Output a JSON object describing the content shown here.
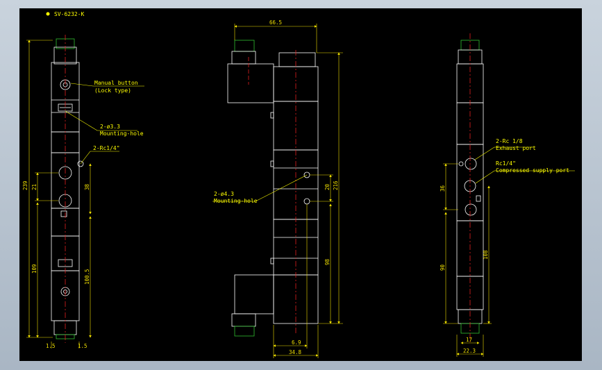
{
  "drawing_id": "SV-6232-K",
  "colors": {
    "sheet": "#000000",
    "outline": "#ffffff",
    "dimension": "#f0e000",
    "annotation": "#ffff00",
    "centerline": "#e02020",
    "fitting": "#30c030"
  },
  "left_view": {
    "manual_button_label": "Manual button",
    "lock_type_label": "(Lock type)",
    "mounting_hole_qty": "2-ø3.3",
    "mounting_hole_label": "Mounting-hole",
    "port_label": "2-Rc1/4\"",
    "dim_height": "239",
    "dim_pitch_small": "21",
    "dim_pitch": "38",
    "dim_lower": "109",
    "dim_lower_2": "100.5",
    "dim_bottom_left": "1.5",
    "dim_bottom_right": "1.5"
  },
  "middle_view": {
    "dim_top_width": "66.5",
    "mounting_hole_qty": "2-ø4.3",
    "mounting_hole_label": "Mounting-hole",
    "dim_hole_pitch": "20",
    "dim_height": "216",
    "dim_lower": "98",
    "dim_offset": "6.9",
    "dim_body_width": "34.8"
  },
  "right_view": {
    "exhaust_qty": "2-Rc 1/8",
    "exhaust_label": "Exhaust port",
    "supply_qty": "Rc1/4\"",
    "supply_label": "Compressed supply port",
    "dim_left_36": "36",
    "dim_left_90": "90",
    "dim_right_108": "108",
    "dim_width_17": "17",
    "dim_width_22": "22.3"
  }
}
